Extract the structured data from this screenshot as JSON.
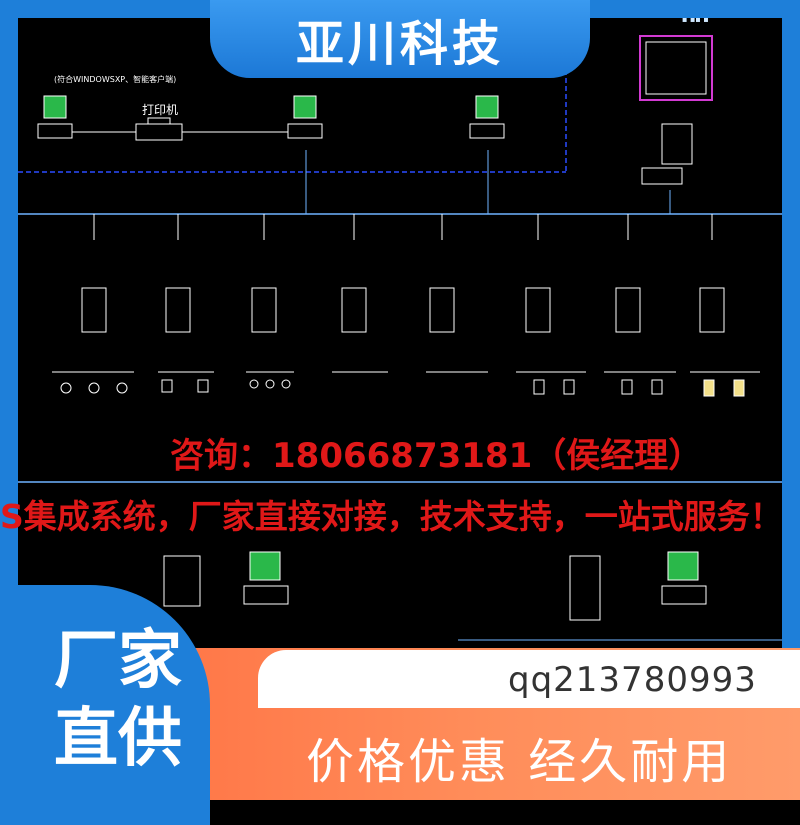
{
  "title": "亚川科技",
  "diagram": {
    "printer_label": "打印机",
    "os_label": "(符合WINDOWSXP、智能客户端)"
  },
  "contact": "咨询：18066873181（侯经理）",
  "slogan_red": "S集成系统，厂家直接对接，技术支持，一站式服务！",
  "qq": "qq213780993",
  "badge": {
    "line1": "厂家",
    "line2": "直供"
  },
  "slogan_bottom": "价格优惠  经久耐用",
  "colors": {
    "frame_blue": "#1e7fd9",
    "band_orange": "#ff7a48",
    "red_text": "#e01818"
  }
}
